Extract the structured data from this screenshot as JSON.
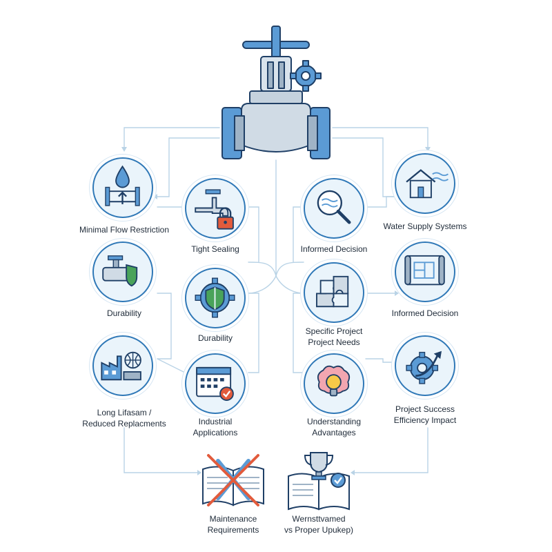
{
  "nodes": {
    "minimal_flow": {
      "lines": [
        "Minimal Flow Restriction"
      ],
      "icon": "water-drop-pipe-icon"
    },
    "durability_left": {
      "lines": [
        "Durability"
      ],
      "icon": "valve-shield-icon"
    },
    "long_lifespan": {
      "lines": [
        "Long Lifasam /",
        "Reduced Replacments"
      ],
      "icon": "factory-globe-icon"
    },
    "tight_sealing": {
      "lines": [
        "Tight Sealing"
      ],
      "icon": "faucet-lock-icon"
    },
    "durability_center": {
      "lines": [
        "Durability"
      ],
      "icon": "gear-shield-icon"
    },
    "industrial_apps": {
      "lines": [
        "Industrial",
        "Applications"
      ],
      "icon": "calendar-check-icon"
    },
    "informed_decision_center": {
      "lines": [
        "Informed Decision"
      ],
      "icon": "magnifier-water-icon"
    },
    "specific_project": {
      "lines": [
        "Specific Project",
        "Project Needs"
      ],
      "icon": "puzzle-icon"
    },
    "understanding": {
      "lines": [
        "Understanding",
        "Advantages"
      ],
      "icon": "brain-bulb-icon"
    },
    "water_supply": {
      "lines": [
        "Water Supply Systems"
      ],
      "icon": "house-water-icon"
    },
    "informed_decision_right": {
      "lines": [
        "Informed Decision"
      ],
      "icon": "blueprint-icon"
    },
    "project_success": {
      "lines": [
        "Project Success",
        "Efficiency Impact"
      ],
      "icon": "gear-arrow-icon"
    },
    "maintenance": {
      "lines": [
        "Maintenance",
        "Requirements"
      ],
      "icon": "crossed-wrench-book-icon"
    },
    "upkeep": {
      "lines": [
        "Wernsttvamed",
        "vs Proper Upukep)"
      ],
      "icon": "trophy-book-icon"
    }
  },
  "colors": {
    "accent": "#2f78b7",
    "node_fill": "#eaf4fb",
    "connector": "#b9d3e6",
    "alert": "#e25b3c",
    "success": "#4aa35a"
  }
}
